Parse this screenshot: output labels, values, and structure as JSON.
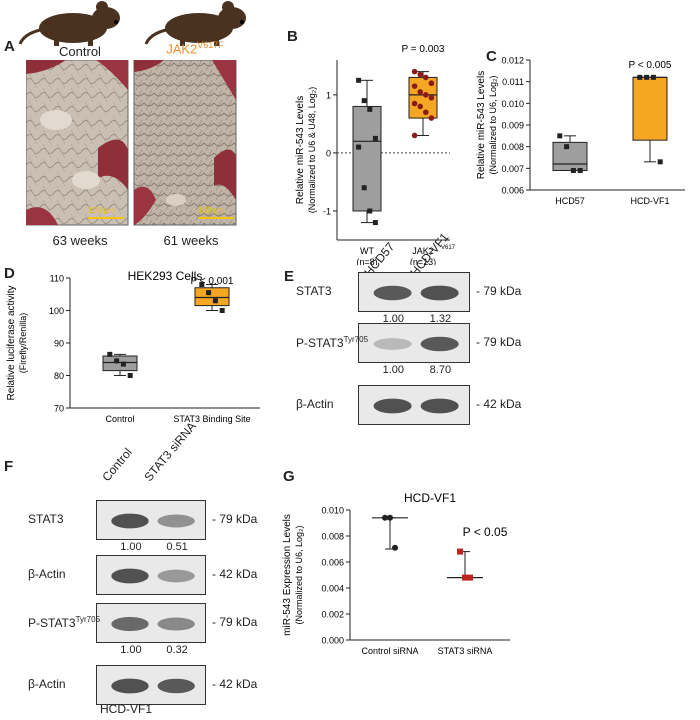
{
  "panels": {
    "A": {
      "label": "A",
      "control_label": "Control",
      "jak2_label": "JAK2",
      "jak2_sup": "V617F",
      "scale_bar": "100 μm",
      "control_weeks": "63 weeks",
      "jak2_weeks": "61 weeks",
      "accent_color": "#f28c28"
    },
    "B": {
      "label": "B"
    },
    "C": {
      "label": "C"
    },
    "D": {
      "label": "D"
    },
    "E": {
      "label": "E",
      "lanes": [
        "HCD57",
        "HCD-VF1"
      ],
      "rows": [
        {
          "name": "STAT3",
          "kda": "- 79 kDa",
          "quant": [
            "1.00",
            "1.32"
          ]
        },
        {
          "name": "P-STAT3",
          "sup": "Tyr705",
          "kda": "- 79 kDa",
          "quant": [
            "1.00",
            "8.70"
          ]
        },
        {
          "name": "β-Actin",
          "kda": "- 42 kDa"
        }
      ]
    },
    "F": {
      "label": "F",
      "lanes": [
        "Control",
        "STAT3 siRNA"
      ],
      "rows": [
        {
          "name": "STAT3",
          "kda": "- 79 kDa",
          "quant": [
            "1.00",
            "0.51"
          ]
        },
        {
          "name": "β-Actin",
          "kda": "- 42 kDa"
        },
        {
          "name": "P-STAT3",
          "sup": "Tyr705",
          "kda": "- 79 kDa",
          "quant": [
            "1.00",
            "0.32"
          ]
        },
        {
          "name": "β-Actin",
          "kda": "- 42 kDa"
        }
      ],
      "cell_line": "HCD-VF1"
    },
    "G": {
      "label": "G"
    }
  },
  "chart_data": [
    {
      "id": "B",
      "type": "box",
      "ylabel_line1": "Relative miR-543 Levels",
      "ylabel_line2": "(Normalized to U6 & U48, Log₂)",
      "ylim": [
        -1.5,
        1.6
      ],
      "yticks": [
        -1,
        0,
        1
      ],
      "reference_line": 0,
      "annotation": "P = 0.003",
      "groups": [
        {
          "name": "WT",
          "n": "(n=8)",
          "color": "#9e9e9e",
          "point_color": "#222222",
          "min": -1.2,
          "q1": -1.0,
          "median": 0.2,
          "q3": 0.8,
          "max": 1.25,
          "points": [
            1.25,
            0.9,
            0.75,
            0.25,
            0.1,
            -0.6,
            -1.0,
            -1.2
          ]
        },
        {
          "name": "JAK2",
          "sup": "V617F",
          "n": "(n=13)",
          "color": "#f5a623",
          "point_color": "#8b1a1a",
          "min": 0.3,
          "q1": 0.6,
          "median": 1.0,
          "q3": 1.3,
          "max": 1.4,
          "points": [
            1.4,
            1.35,
            1.3,
            1.2,
            1.15,
            1.05,
            1.0,
            0.95,
            0.85,
            0.8,
            0.7,
            0.6,
            0.3
          ]
        }
      ]
    },
    {
      "id": "C",
      "type": "box",
      "ylabel_line1": "Relative miR-543 Levels",
      "ylabel_line2": "(Normalized to U6, Log₂)",
      "ylim": [
        0.006,
        0.012
      ],
      "yticks": [
        0.006,
        0.007,
        0.008,
        0.009,
        0.01,
        0.011,
        0.012
      ],
      "ytick_labels": [
        "0.006",
        "0.007",
        "0.008",
        "0.009",
        "0.010",
        "0.011",
        "0.012"
      ],
      "annotation": "P < 0.005",
      "groups": [
        {
          "name": "HCD57",
          "color": "#9e9e9e",
          "point_color": "#222222",
          "min": 0.0069,
          "q1": 0.0069,
          "median": 0.0072,
          "q3": 0.0082,
          "max": 0.0085,
          "points": [
            0.0085,
            0.008,
            0.0069,
            0.0069
          ]
        },
        {
          "name": "HCD-VF1",
          "color": "#f5a623",
          "point_color": "#222222",
          "min": 0.0073,
          "q1": 0.0083,
          "median": 0.0112,
          "q3": 0.0112,
          "max": 0.0112,
          "points": [
            0.0112,
            0.0112,
            0.0112,
            0.0073
          ]
        }
      ]
    },
    {
      "id": "D",
      "type": "box",
      "title": "HEK293 Cells",
      "ylabel_line1": "Relative luciferase activity",
      "ylabel_line2": "(Firefly/Renilla)",
      "ylim": [
        70,
        110
      ],
      "yticks": [
        70,
        80,
        90,
        100,
        110
      ],
      "annotation": "P < 0.001",
      "groups": [
        {
          "name": "Control",
          "color": "#9e9e9e",
          "point_color": "#222222",
          "min": 80,
          "q1": 81.5,
          "median": 84,
          "q3": 86,
          "max": 86.5,
          "points": [
            86.5,
            84.5,
            83.5,
            80
          ]
        },
        {
          "name": "STAT3 Binding Site",
          "color": "#f5a623",
          "point_color": "#222222",
          "min": 100,
          "q1": 101.5,
          "median": 104,
          "q3": 107,
          "max": 108,
          "points": [
            108,
            105.5,
            103,
            100
          ]
        }
      ]
    },
    {
      "id": "G",
      "type": "range",
      "title": "HCD-VF1",
      "ylabel_line1": "miR-543 Expression Levels",
      "ylabel_line2": "(Normalized to U6, Log₂)",
      "ylim": [
        0,
        0.01
      ],
      "yticks": [
        0,
        0.002,
        0.004,
        0.006,
        0.008,
        0.01
      ],
      "ytick_labels": [
        "0.000",
        "0.002",
        "0.004",
        "0.006",
        "0.008",
        "0.010"
      ],
      "annotation": "P < 0.05",
      "groups": [
        {
          "name": "Control siRNA",
          "color": "#222222",
          "mean": 0.0094,
          "min": 0.007,
          "max": 0.0094,
          "points": [
            0.0094,
            0.0094,
            0.0071
          ]
        },
        {
          "name": "STAT3 siRNA",
          "color": "#c0241f",
          "mean": 0.0048,
          "min": 0.0048,
          "max": 0.0068,
          "points": [
            0.0068,
            0.0048,
            0.0048
          ]
        }
      ]
    }
  ]
}
